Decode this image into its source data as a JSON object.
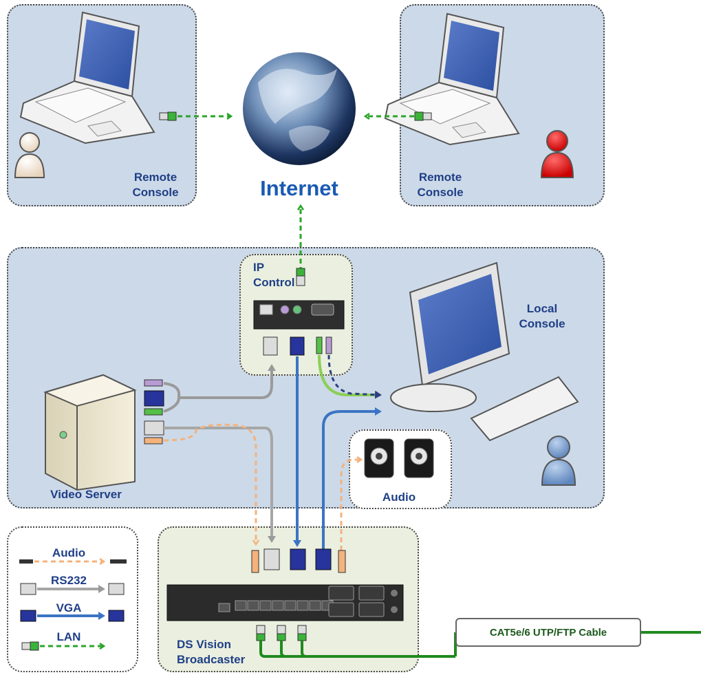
{
  "labels": {
    "remote_console_left": "Remote\nConsole",
    "remote_console_right": "Remote\nConsole",
    "internet": "Internet",
    "ip_control": "IP\nControl",
    "local_console": "Local\nConsole",
    "video_server": "Video Server",
    "audio": "Audio",
    "ds_vision_broadcaster": "DS Vision\nBroadcaster",
    "cable": "CAT5e/6 UTP/FTP Cable"
  },
  "legend": {
    "items": [
      {
        "label": "Audio",
        "color": "#f4b27c"
      },
      {
        "label": "RS232",
        "color": "#a6a6a6"
      },
      {
        "label": "VGA",
        "color": "#3b74c4"
      },
      {
        "label": "LAN",
        "color": "#2aa52a"
      }
    ]
  },
  "colors": {
    "panel_blue": "#ccd9e8",
    "panel_green": "#eaefdf",
    "label_text": "#1f3f86",
    "internet_text": "#1a5ab4",
    "cable_green": "#1f8a1f"
  }
}
